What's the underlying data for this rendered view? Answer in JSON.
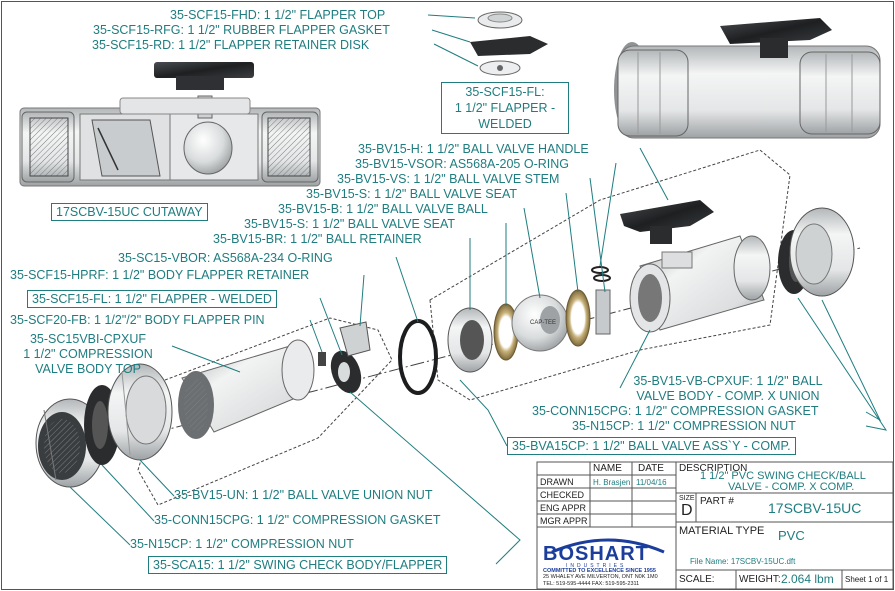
{
  "labels": {
    "fhd": "35-SCF15-FHD: 1 1/2\" FLAPPER TOP",
    "rfg": "35-SCF15-RFG: 1 1/2\" RUBBER FLAPPER GASKET",
    "rd": "35-SCF15-RD: 1 1/2\" FLAPPER RETAINER DISK",
    "fl_line1": "35-SCF15-FL:",
    "fl_line2": "1 1/2\" FLAPPER -",
    "fl_line3": "WELDED",
    "cutaway": "17SCBV-15UC CUTAWAY",
    "handle": "35-BV15-H: 1 1/2\" BALL VALVE HANDLE",
    "vsor": "35-BV15-VSOR: AS568A-205 O-RING",
    "stem": "35-BV15-VS: 1 1/2\" BALL VALVE STEM",
    "seat1": "35-BV15-S: 1 1/2\" BALL VALVE SEAT",
    "ball": "35-BV15-B: 1 1/2\" BALL VALVE BALL",
    "seat2": "35-BV15-S: 1 1/2\" BALL VALVE SEAT",
    "retainer": "35-BV15-BR: 1 1/2\" BALL RETAINER",
    "vbor": "35-SC15-VBOR: AS568A-234 O-RING",
    "hprf": "35-SCF15-HPRF: 1 1/2\" BODY FLAPPER RETAINER",
    "flw": "35-SCF15-FL: 1 1/2\" FLAPPER - WELDED",
    "fb": "35-SCF20-FB: 1 1/2\"/2\" BODY FLAPPER PIN",
    "cpx1": "35-SC15VBI-CPXUF",
    "cpx2": "1 1/2\" COMPRESSION",
    "cpx3": "VALVE BODY TOP",
    "vb1": "35-BV15-VB-CPXUF: 1 1/2\" BALL",
    "vb2": "VALVE BODY -  COMP. X UNION",
    "gasket_r": "35-CONN15CPG: 1 1/2\" COMPRESSION GASKET",
    "nut_r": "35-N15CP: 1 1/2\" COMPRESSION NUT",
    "assy": "35-BVA15CP: 1 1/2\" BALL VALVE ASS`Y - COMP.",
    "union_nut": "35-BV15-UN: 1 1/2\" BALL VALVE UNION NUT",
    "gasket_l": "35-CONN15CPG: 1 1/2\" COMPRESSION GASKET",
    "nut_l": "35-N15CP: 1 1/2\" COMPRESSION NUT",
    "swing": "35-SCA15: 1 1/2\" SWING CHECK BODY/FLAPPER",
    "ball_logo": "CAP-TEE"
  },
  "title_block": {
    "col_name": "NAME",
    "col_date": "DATE",
    "rows": [
      {
        "label": "DRAWN",
        "name": "H. Brasjen",
        "date": "11/04/16"
      },
      {
        "label": "CHECKED",
        "name": "",
        "date": ""
      },
      {
        "label": "ENG APPR",
        "name": "",
        "date": ""
      },
      {
        "label": "MGR APPR",
        "name": "",
        "date": ""
      }
    ],
    "description_label": "DESCRIPTION",
    "description_line1": "1 1/2\" PVC SWING CHECK/BALL",
    "description_line2": "VALVE - COMP. X COMP.",
    "size_label": "SIZE",
    "size_value": "D",
    "part_label": "PART #",
    "part_value": "17SCBV-15UC",
    "material_label": "MATERIAL TYPE",
    "material_value": "PVC",
    "file_name": "File Name: 17SCBV-15UC.dft",
    "scale_label": "SCALE:",
    "weight_label": "WEIGHT:",
    "weight_value": "2.064 lbm",
    "sheet": "Sheet 1 of 1"
  },
  "company": {
    "name": "BOSHART",
    "sub": "INDUSTRIES",
    "tagline": "COMMITTED TO EXCELLENCE SINCE 1955",
    "address": "25 WHALEY AVE MILVERTON, ONT N0K 1M0",
    "phone": "TEL: 519-595-4444  FAX: 519-595-2311"
  },
  "colors": {
    "callout": "#1f7d80",
    "logo_blue": "#1b3d9b",
    "pvc_light": "#eef0f0",
    "pvc_shade": "#b8bcbe",
    "handle": "#2c2e30",
    "seat": "#a8925a"
  }
}
